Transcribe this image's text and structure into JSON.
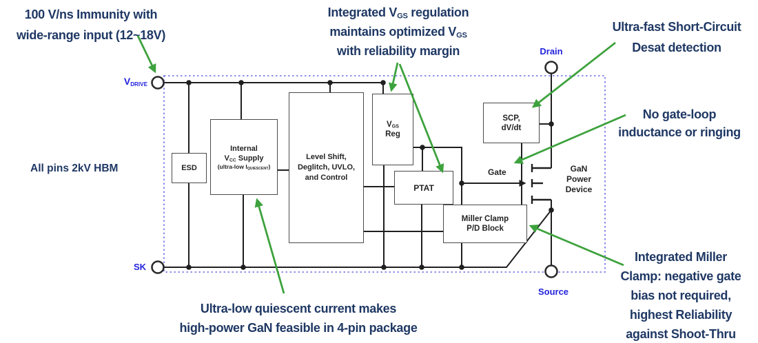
{
  "annotations": {
    "immunity": {
      "line1": "100 V/ns Immunity with",
      "line2": "wide-range input (12~18V)"
    },
    "vgs_regulation": {
      "line1_pre": "Integrated V",
      "line1_sub": "GS",
      "line1_post": " regulation",
      "line2_pre": "maintains optimized V",
      "line2_sub": "GS",
      "line3": "with reliability margin"
    },
    "desat": {
      "line1": "Ultra-fast Short-Circuit",
      "line2": "Desat detection"
    },
    "gate_loop": {
      "line1": "No gate-loop",
      "line2": "inductance or ringing"
    },
    "miller": {
      "line1": "Integrated Miller",
      "line2": "Clamp: negative gate",
      "line3": "bias not required,",
      "line4": "highest Reliability",
      "line5": "against Shoot-Thru"
    },
    "quiescent": {
      "line1": "Ultra-low quiescent current makes",
      "line2": "high-power GaN feasible in 4-pin package"
    },
    "hbm": {
      "text": "All pins 2kV HBM"
    }
  },
  "blocks": {
    "esd": {
      "label": "ESD"
    },
    "vcc_supply": {
      "line1": "Internal",
      "line2_pre": "V",
      "line2_sub": "CC",
      "line2_post": " Supply",
      "line3_pre": "(ultra-low I",
      "line3_sub": "QUIESCENT",
      "line3_post": ")"
    },
    "level_shift": {
      "line1": "Level Shift,",
      "line2": "Deglitch, UVLO,",
      "line3": "and Control"
    },
    "vgs_reg": {
      "line1_pre": "V",
      "line1_sub": "GS",
      "line2": "Reg"
    },
    "ptat": {
      "label": "PTAT"
    },
    "scp": {
      "line1": "SCP,",
      "line2": "dV/dt"
    },
    "miller_clamp": {
      "line1": "Miller Clamp",
      "line2": "P/D Block"
    }
  },
  "pins": {
    "vdrive": {
      "pre": "V",
      "sub": "DRIVE"
    },
    "sk": {
      "label": "SK"
    },
    "drain": {
      "label": "Drain"
    },
    "source": {
      "label": "Source"
    },
    "gate": {
      "label": "Gate"
    },
    "gan_device": {
      "line1": "GaN",
      "line2": "Power",
      "line3": "Device"
    }
  },
  "colors": {
    "annotation_navy": "#1f3864",
    "pin_blue": "#2222dd",
    "arrow_green": "#3da23d",
    "dotted_border_blue": "#6b6be8",
    "wire_black": "#1f1f1f",
    "block_border_gray": "#4a4a4a"
  }
}
